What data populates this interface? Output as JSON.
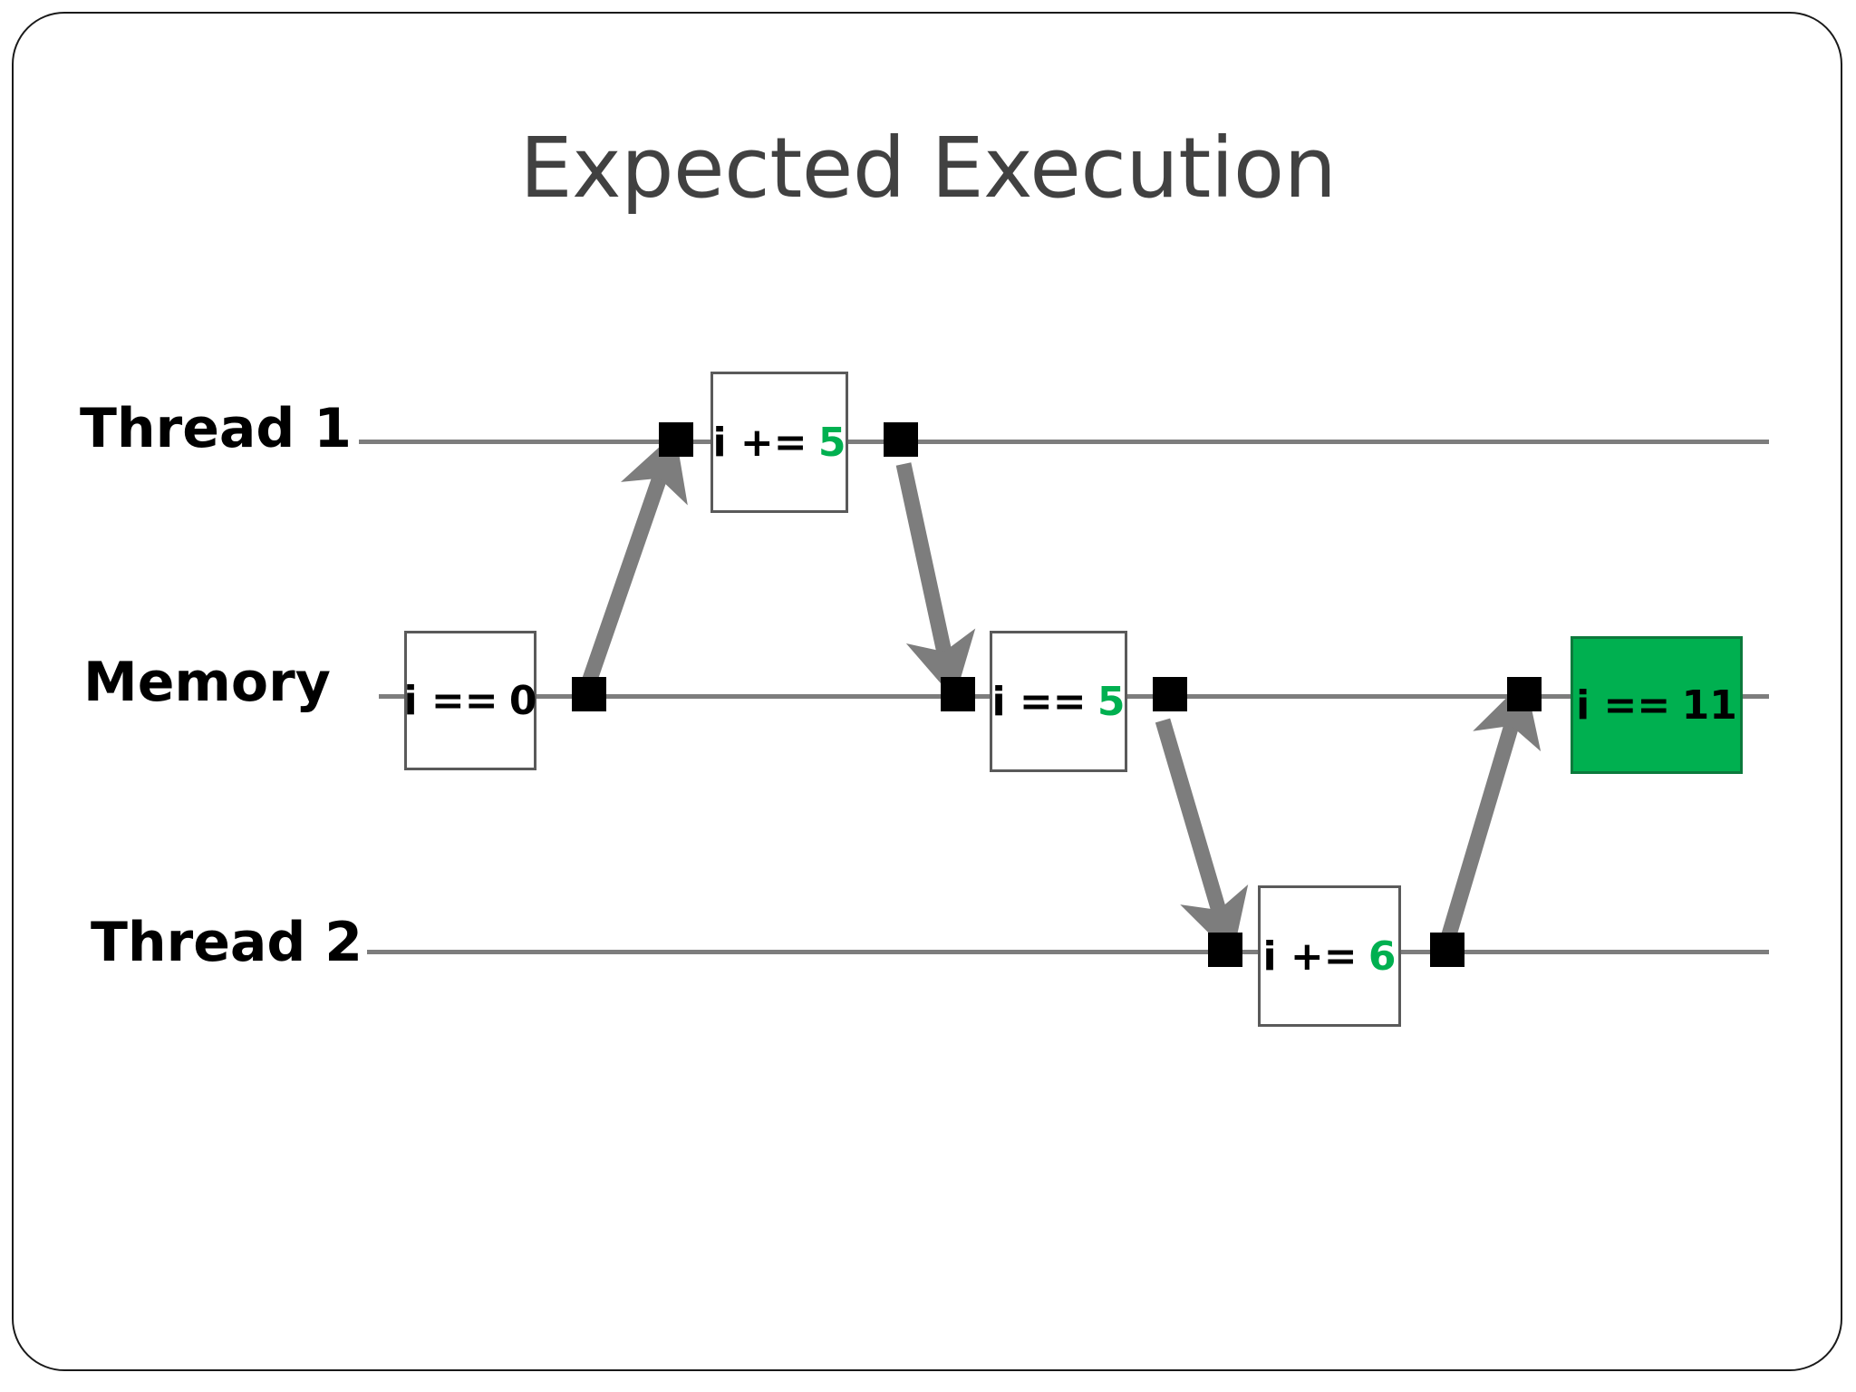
{
  "slide": {
    "title": "Expected Execution",
    "frame_border_color": "#1a1a1a",
    "background": "#ffffff"
  },
  "colors": {
    "accent_green": "#00b050",
    "marker_black": "#000000",
    "lane_gray": "#7d7d7d",
    "arrow_gray": "#7d7d7d",
    "title_gray": "#414141",
    "box_border": "#5a5a5a"
  },
  "lanes": [
    {
      "id": "thread1",
      "label": "Thread 1"
    },
    {
      "id": "memory",
      "label": "Memory"
    },
    {
      "id": "thread2",
      "label": "Thread 2"
    }
  ],
  "boxes": [
    {
      "id": "t1-op",
      "lane": "thread1",
      "expr": "i +=",
      "value": "5",
      "value_style": "accent",
      "fill": "white"
    },
    {
      "id": "mem-init",
      "lane": "memory",
      "expr": "i ==",
      "value": "0",
      "value_style": "plain",
      "fill": "white"
    },
    {
      "id": "mem-mid",
      "lane": "memory",
      "expr": "i ==",
      "value": "5",
      "value_style": "accent",
      "fill": "white"
    },
    {
      "id": "mem-final",
      "lane": "memory",
      "expr": "i ==",
      "value": "11",
      "value_style": "plain",
      "fill": "green"
    },
    {
      "id": "t2-op",
      "lane": "thread2",
      "expr": "i +=",
      "value": "6",
      "value_style": "accent",
      "fill": "white"
    }
  ],
  "arrows": [
    {
      "id": "read-1",
      "from": "memory-mark-1",
      "to": "thread1-mark-1",
      "direction": "up"
    },
    {
      "id": "write-1",
      "from": "thread1-mark-2",
      "to": "memory-mark-2",
      "direction": "down"
    },
    {
      "id": "read-2",
      "from": "memory-mark-3",
      "to": "thread2-mark-1",
      "direction": "down"
    },
    {
      "id": "write-2",
      "from": "thread2-mark-2",
      "to": "memory-mark-4",
      "direction": "up"
    }
  ],
  "markers": [
    {
      "id": "thread1-mark-1",
      "lane": "thread1"
    },
    {
      "id": "thread1-mark-2",
      "lane": "thread1"
    },
    {
      "id": "memory-mark-1",
      "lane": "memory"
    },
    {
      "id": "memory-mark-2",
      "lane": "memory"
    },
    {
      "id": "memory-mark-3",
      "lane": "memory"
    },
    {
      "id": "memory-mark-4",
      "lane": "memory"
    },
    {
      "id": "thread2-mark-1",
      "lane": "thread2"
    },
    {
      "id": "thread2-mark-2",
      "lane": "thread2"
    }
  ]
}
